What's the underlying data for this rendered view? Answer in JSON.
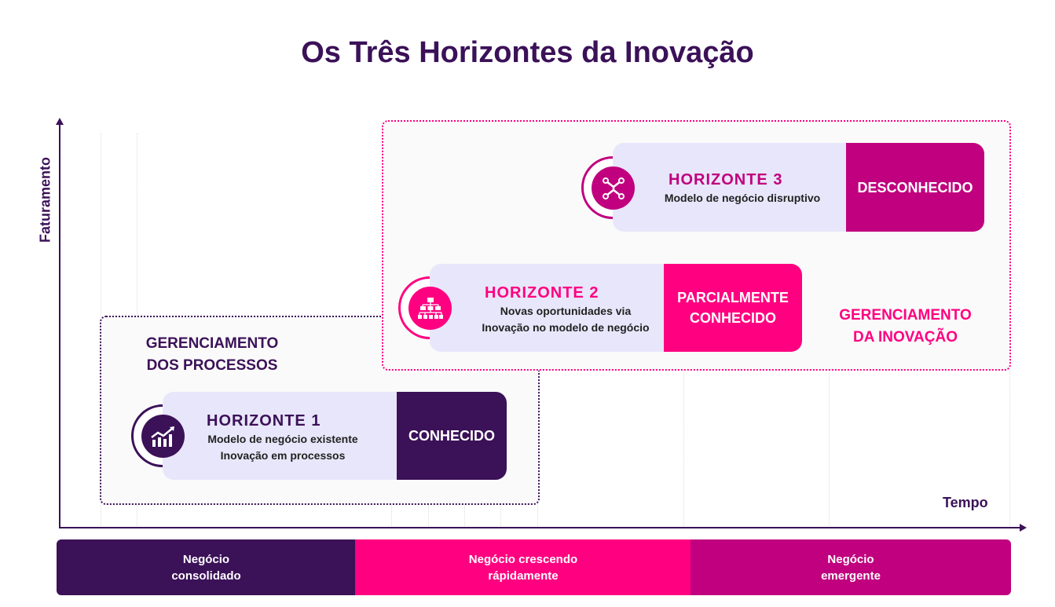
{
  "title": "Os Três Horizontes da Inovação",
  "axes": {
    "y_label": "Faturamento",
    "x_label": "Tempo"
  },
  "zones": {
    "processes": {
      "line1": "GERENCIAMENTO",
      "line2": "DOS PROCESSOS"
    },
    "innovation": {
      "line1": "GERENCIAMENTO",
      "line2": "DA INOVAÇÃO"
    }
  },
  "horizons": [
    {
      "title": "HORIZONTE 1",
      "lines": [
        "Modelo de negócio existente",
        "Inovação em processos"
      ],
      "status": "CONHECIDO",
      "icon": "growth-chart-icon",
      "color": "#3b1158"
    },
    {
      "title": "HORIZONTE 2",
      "lines": [
        "Novas oportunidades via",
        "Inovação no modelo de negócio"
      ],
      "status_lines": [
        "PARCIALMENTE",
        "CONHECIDO"
      ],
      "icon": "org-chart-icon",
      "color": "#ff0080"
    },
    {
      "title": "HORIZONTE 3",
      "lines": [
        "Modelo de negócio disruptivo"
      ],
      "status": "DESCONHECIDO",
      "icon": "network-nodes-icon",
      "color": "#c0007e"
    }
  ],
  "stages": [
    {
      "line1": "Negócio",
      "line2": "consolidado",
      "color": "#3b1158"
    },
    {
      "line1": "Negócio crescendo",
      "line2": "rápidamente",
      "color": "#ff0080"
    },
    {
      "line1": "Negócio",
      "line2": "emergente",
      "color": "#c0007e"
    }
  ]
}
